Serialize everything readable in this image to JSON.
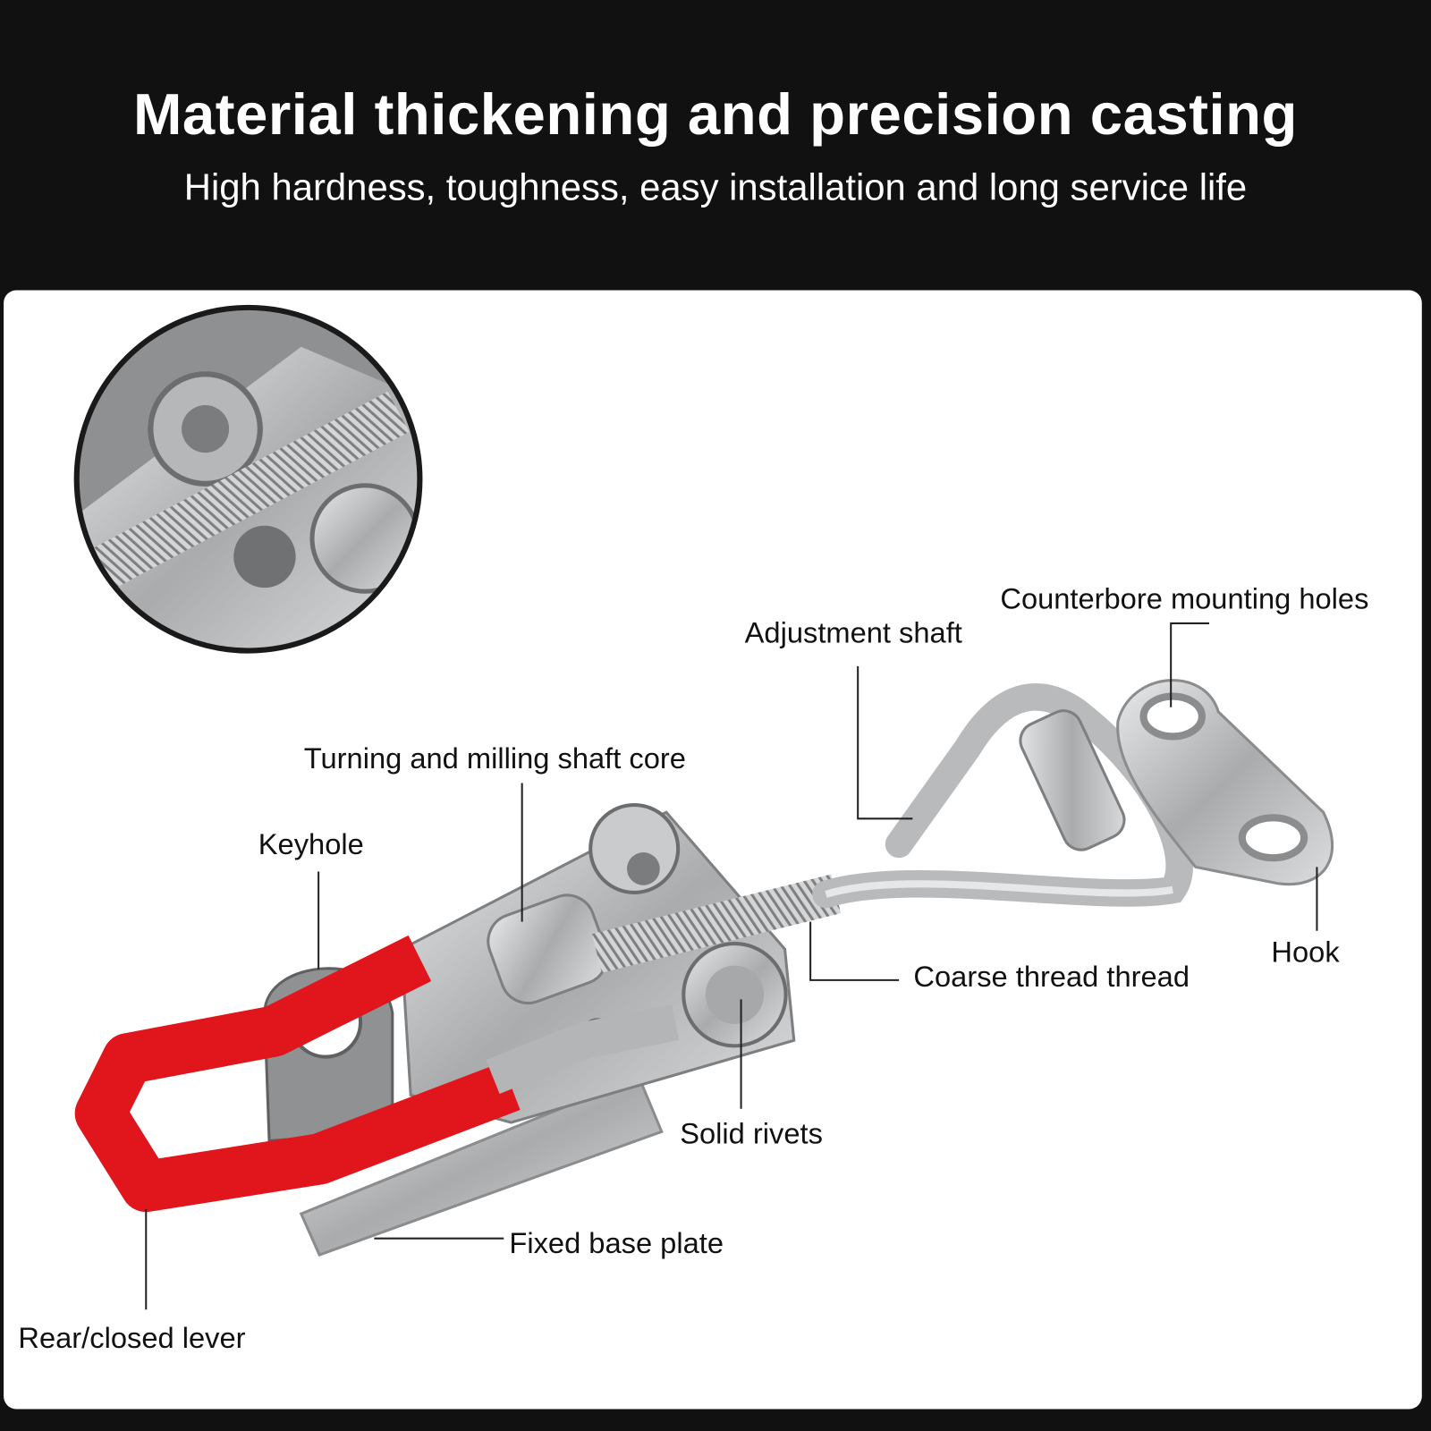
{
  "header": {
    "title": "Material thickening and precision casting",
    "subtitle": "High hardness, toughness, easy installation and long service life"
  },
  "labels": {
    "counterbore": "Counterbore mounting holes",
    "adjustment_shaft": "Adjustment shaft",
    "shaft_core": "Turning and milling shaft core",
    "keyhole": "Keyhole",
    "coarse_thread": "Coarse thread thread",
    "hook": "Hook",
    "solid_rivets": "Solid rivets",
    "base_plate": "Fixed base plate",
    "lever": "Rear/closed lever"
  },
  "colors": {
    "background": "#111111",
    "panel": "#ffffff",
    "lever_red": "#e0161c",
    "steel": "#c4c6c8"
  }
}
